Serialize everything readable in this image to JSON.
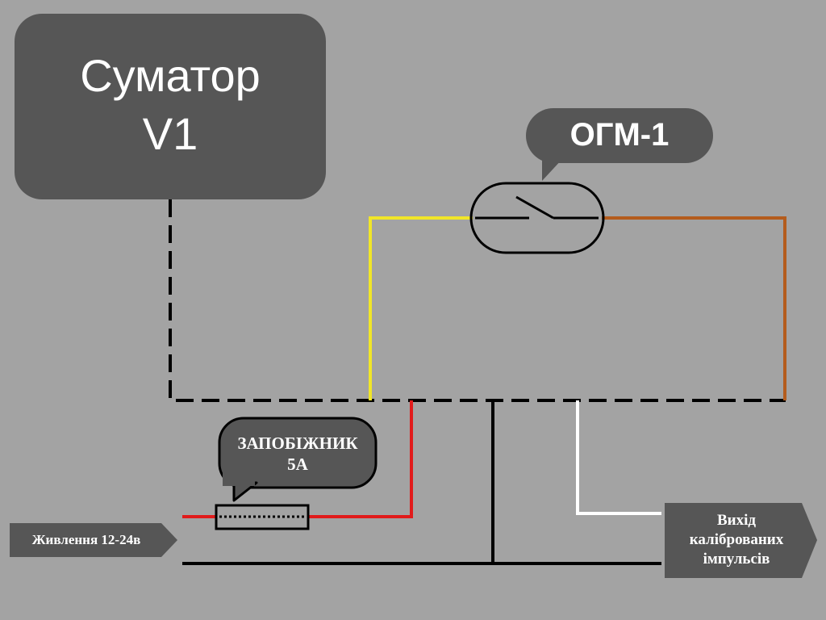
{
  "summator": {
    "line1": "Суматор",
    "line2": "V1"
  },
  "sensor": {
    "label": "ОГМ-1"
  },
  "fuse": {
    "line1": "ЗАПОБІЖНИК",
    "line2": "5А"
  },
  "power": {
    "label": "Живлення 12-24в"
  },
  "output": {
    "line1": "Вихід",
    "line2": "каліброваних",
    "line3": "імпульсів"
  },
  "colors": {
    "background": "#a3a3a3",
    "box": "#565656",
    "wire_black": "#000000",
    "wire_yellow": "#f1e628",
    "wire_brown": "#b45c1d",
    "wire_red": "#e11b1b",
    "wire_white": "#ffffff"
  }
}
